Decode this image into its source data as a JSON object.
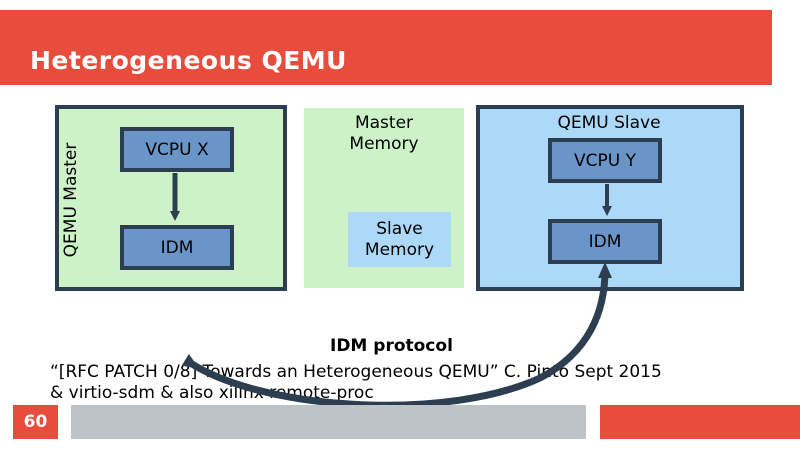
{
  "slide": {
    "title": "Heterogeneous QEMU",
    "page_number": "60"
  },
  "diagram": {
    "master": {
      "label": "QEMU Master",
      "vcpu": "VCPU X",
      "idm": "IDM"
    },
    "memory": {
      "label_line1": "Master",
      "label_line2": "Memory",
      "slave_memory_line1": "Slave",
      "slave_memory_line2": "Memory"
    },
    "slave": {
      "label": "QEMU Slave",
      "vcpu": "VCPU Y",
      "idm": "IDM"
    },
    "protocol_label": "IDM protocol"
  },
  "citation": {
    "line1": "“[RFC PATCH 0/8] Towards an Heterogeneous QEMU” C. Pinto Sept 2015",
    "line2": "& virtio-sdm & also xilinx remote-proc"
  },
  "colors": {
    "accent_red": "#e84c3d",
    "dark_navy": "#2c3e50",
    "light_green": "#cdf2c8",
    "light_blue": "#acd9f7",
    "mid_blue": "#6a95c9",
    "footer_gray": "#bdc3c7"
  }
}
